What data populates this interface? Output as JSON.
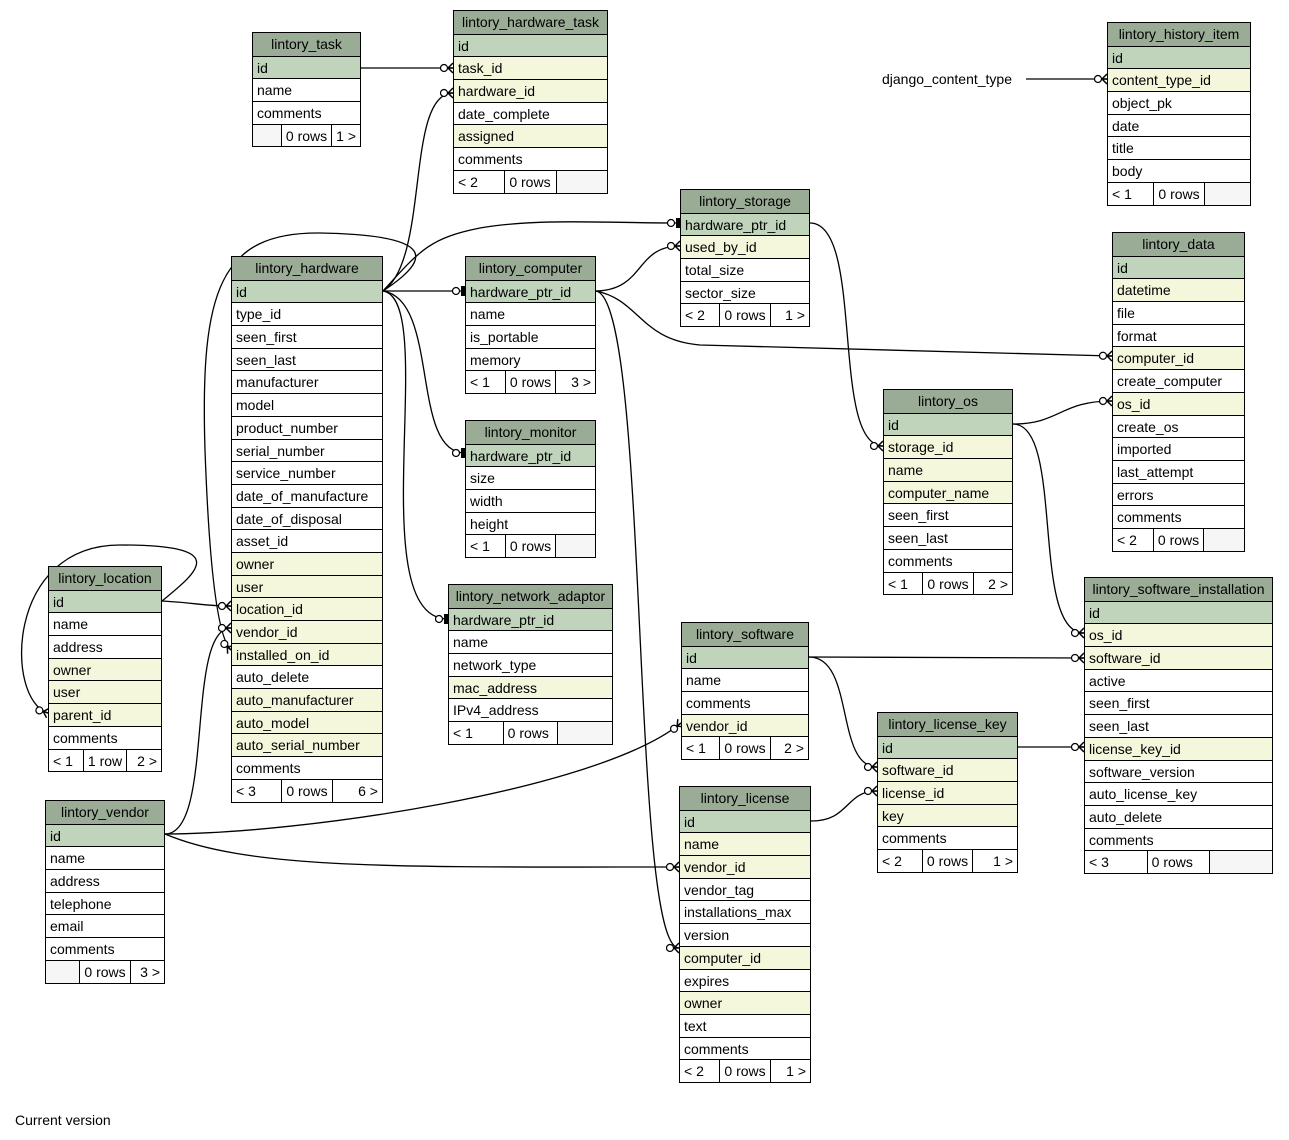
{
  "colors": {
    "header": "#9aab96",
    "primary_key": "#bfd4bb",
    "foreign_key": "#f4f7dc"
  },
  "external_table": "django_content_type",
  "caption": "Current version",
  "tables": [
    {
      "name": "lintory_task",
      "columns": [
        {
          "n": "id",
          "t": "pk"
        },
        {
          "n": "name"
        },
        {
          "n": "comments"
        }
      ],
      "footer": [
        "",
        "0 rows",
        "1 >"
      ]
    },
    {
      "name": "lintory_hardware_task",
      "columns": [
        {
          "n": "id",
          "t": "pk"
        },
        {
          "n": "task_id",
          "t": "fk"
        },
        {
          "n": "hardware_id",
          "t": "fk"
        },
        {
          "n": "date_complete"
        },
        {
          "n": "assigned",
          "t": "fk"
        },
        {
          "n": "comments"
        }
      ],
      "footer": [
        "< 2",
        "0 rows",
        ""
      ]
    },
    {
      "name": "lintory_history_item",
      "columns": [
        {
          "n": "id",
          "t": "pk"
        },
        {
          "n": "content_type_id",
          "t": "fk"
        },
        {
          "n": "object_pk"
        },
        {
          "n": "date"
        },
        {
          "n": "title"
        },
        {
          "n": "body"
        }
      ],
      "footer": [
        "< 1",
        "0 rows",
        ""
      ]
    },
    {
      "name": "lintory_storage",
      "columns": [
        {
          "n": "hardware_ptr_id",
          "t": "pk"
        },
        {
          "n": "used_by_id",
          "t": "fk"
        },
        {
          "n": "total_size"
        },
        {
          "n": "sector_size"
        }
      ],
      "footer": [
        "< 2",
        "0 rows",
        "1 >"
      ]
    },
    {
      "name": "lintory_data",
      "columns": [
        {
          "n": "id",
          "t": "pk"
        },
        {
          "n": "datetime",
          "t": "fk"
        },
        {
          "n": "file"
        },
        {
          "n": "format"
        },
        {
          "n": "computer_id",
          "t": "fk"
        },
        {
          "n": "create_computer"
        },
        {
          "n": "os_id",
          "t": "fk"
        },
        {
          "n": "create_os"
        },
        {
          "n": "imported"
        },
        {
          "n": "last_attempt"
        },
        {
          "n": "errors"
        },
        {
          "n": "comments"
        }
      ],
      "footer": [
        "< 2",
        "0 rows",
        ""
      ]
    },
    {
      "name": "lintory_hardware",
      "columns": [
        {
          "n": "id",
          "t": "pk"
        },
        {
          "n": "type_id"
        },
        {
          "n": "seen_first"
        },
        {
          "n": "seen_last"
        },
        {
          "n": "manufacturer"
        },
        {
          "n": "model"
        },
        {
          "n": "product_number"
        },
        {
          "n": "serial_number"
        },
        {
          "n": "service_number"
        },
        {
          "n": "date_of_manufacture"
        },
        {
          "n": "date_of_disposal"
        },
        {
          "n": "asset_id"
        },
        {
          "n": "owner",
          "t": "fk"
        },
        {
          "n": "user",
          "t": "fk"
        },
        {
          "n": "location_id",
          "t": "fk"
        },
        {
          "n": "vendor_id",
          "t": "fk"
        },
        {
          "n": "installed_on_id",
          "t": "fk"
        },
        {
          "n": "auto_delete"
        },
        {
          "n": "auto_manufacturer",
          "t": "fk"
        },
        {
          "n": "auto_model",
          "t": "fk"
        },
        {
          "n": "auto_serial_number",
          "t": "fk"
        },
        {
          "n": "comments"
        }
      ],
      "footer": [
        "< 3",
        "0 rows",
        "6 >"
      ]
    },
    {
      "name": "lintory_computer",
      "columns": [
        {
          "n": "hardware_ptr_id",
          "t": "pk"
        },
        {
          "n": "name"
        },
        {
          "n": "is_portable"
        },
        {
          "n": "memory"
        }
      ],
      "footer": [
        "< 1",
        "0 rows",
        "3 >"
      ]
    },
    {
      "name": "lintory_monitor",
      "columns": [
        {
          "n": "hardware_ptr_id",
          "t": "pk"
        },
        {
          "n": "size"
        },
        {
          "n": "width"
        },
        {
          "n": "height"
        }
      ],
      "footer": [
        "< 1",
        "0 rows",
        ""
      ]
    },
    {
      "name": "lintory_network_adaptor",
      "columns": [
        {
          "n": "hardware_ptr_id",
          "t": "pk"
        },
        {
          "n": "name"
        },
        {
          "n": "network_type"
        },
        {
          "n": "mac_address",
          "t": "fk"
        },
        {
          "n": "IPv4_address"
        }
      ],
      "footer": [
        "< 1",
        "0 rows",
        ""
      ]
    },
    {
      "name": "lintory_os",
      "columns": [
        {
          "n": "id",
          "t": "pk"
        },
        {
          "n": "storage_id",
          "t": "fk"
        },
        {
          "n": "name",
          "t": "fk"
        },
        {
          "n": "computer_name",
          "t": "fk"
        },
        {
          "n": "seen_first"
        },
        {
          "n": "seen_last"
        },
        {
          "n": "comments"
        }
      ],
      "footer": [
        "< 1",
        "0 rows",
        "2 >"
      ]
    },
    {
      "name": "lintory_location",
      "columns": [
        {
          "n": "id",
          "t": "pk"
        },
        {
          "n": "name"
        },
        {
          "n": "address"
        },
        {
          "n": "owner",
          "t": "fk"
        },
        {
          "n": "user",
          "t": "fk"
        },
        {
          "n": "parent_id",
          "t": "fk"
        },
        {
          "n": "comments"
        }
      ],
      "footer": [
        "< 1",
        "1 row",
        "2 >"
      ]
    },
    {
      "name": "lintory_vendor",
      "columns": [
        {
          "n": "id",
          "t": "pk"
        },
        {
          "n": "name"
        },
        {
          "n": "address"
        },
        {
          "n": "telephone"
        },
        {
          "n": "email"
        },
        {
          "n": "comments"
        }
      ],
      "footer": [
        "",
        "0 rows",
        "3 >"
      ]
    },
    {
      "name": "lintory_software",
      "columns": [
        {
          "n": "id",
          "t": "pk"
        },
        {
          "n": "name"
        },
        {
          "n": "comments"
        },
        {
          "n": "vendor_id",
          "t": "fk"
        }
      ],
      "footer": [
        "< 1",
        "0 rows",
        "2 >"
      ]
    },
    {
      "name": "lintory_license",
      "columns": [
        {
          "n": "id",
          "t": "pk"
        },
        {
          "n": "name",
          "t": "fk"
        },
        {
          "n": "vendor_id",
          "t": "fk"
        },
        {
          "n": "vendor_tag"
        },
        {
          "n": "installations_max"
        },
        {
          "n": "version"
        },
        {
          "n": "computer_id",
          "t": "fk"
        },
        {
          "n": "expires"
        },
        {
          "n": "owner",
          "t": "fk"
        },
        {
          "n": "text"
        },
        {
          "n": "comments"
        }
      ],
      "footer": [
        "< 2",
        "0 rows",
        "1 >"
      ]
    },
    {
      "name": "lintory_license_key",
      "columns": [
        {
          "n": "id",
          "t": "pk"
        },
        {
          "n": "software_id",
          "t": "fk"
        },
        {
          "n": "license_id",
          "t": "fk"
        },
        {
          "n": "key",
          "t": "fk"
        },
        {
          "n": "comments"
        }
      ],
      "footer": [
        "< 2",
        "0 rows",
        "1 >"
      ]
    },
    {
      "name": "lintory_software_installation",
      "columns": [
        {
          "n": "id",
          "t": "pk"
        },
        {
          "n": "os_id",
          "t": "fk"
        },
        {
          "n": "software_id",
          "t": "fk"
        },
        {
          "n": "active"
        },
        {
          "n": "seen_first"
        },
        {
          "n": "seen_last"
        },
        {
          "n": "license_key_id",
          "t": "fk"
        },
        {
          "n": "software_version"
        },
        {
          "n": "auto_license_key"
        },
        {
          "n": "auto_delete"
        },
        {
          "n": "comments"
        }
      ],
      "footer": [
        "< 3",
        "0 rows",
        ""
      ]
    }
  ]
}
